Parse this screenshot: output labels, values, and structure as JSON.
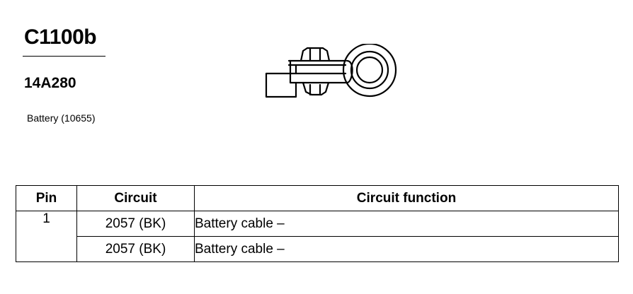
{
  "connector": {
    "id": "C1100b",
    "part_number": "14A280",
    "component": "Battery (10655)"
  },
  "table": {
    "headers": {
      "pin": "Pin",
      "circuit": "Circuit",
      "function": "Circuit function"
    },
    "rows": [
      {
        "pin": "1",
        "circuit": "2057 (BK)",
        "function": "Battery cable –"
      },
      {
        "pin": "",
        "circuit": "2057 (BK)",
        "function": "Battery cable –"
      }
    ]
  },
  "illustration": {
    "icon": "battery-terminal-icon"
  }
}
